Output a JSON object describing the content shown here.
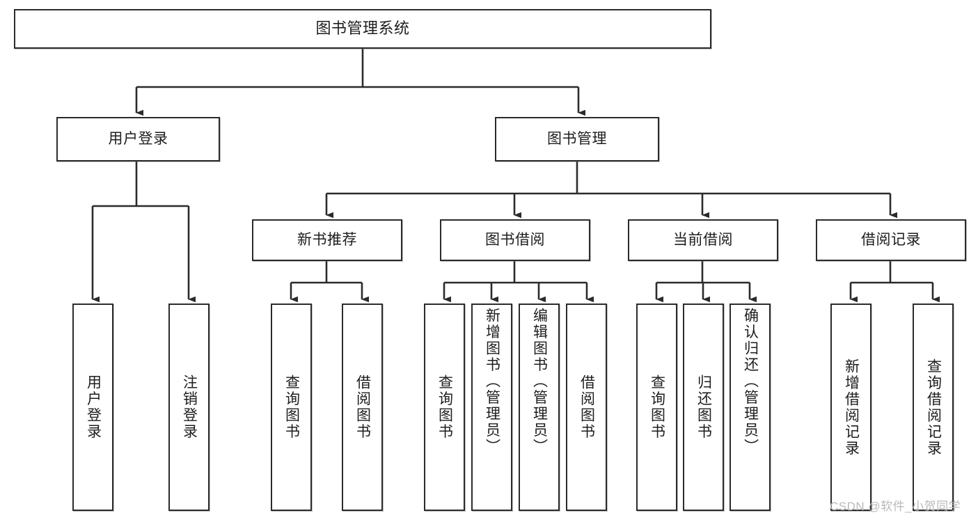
{
  "diagram": {
    "type": "tree",
    "title": "图书管理系统",
    "orientation": "top-down",
    "colors": {
      "box_border": "#2b2b2b",
      "box_fill": "#ffffff",
      "connector": "#2b2b2b",
      "text": "#1d1d1d",
      "watermark": "#b9b9b9",
      "background": "#ffffff"
    },
    "root": {
      "label": "图书管理系统"
    },
    "level2": [
      {
        "label": "用户登录"
      },
      {
        "label": "图书管理"
      }
    ],
    "level3": [
      {
        "label": "新书推荐"
      },
      {
        "label": "图书借阅"
      },
      {
        "label": "当前借阅"
      },
      {
        "label": "借阅记录"
      }
    ],
    "leaves": {
      "user_login": [
        {
          "label": "用户登录"
        },
        {
          "label": "注销登录"
        }
      ],
      "new_book_recommend": [
        {
          "label": "查询图书"
        },
        {
          "label": "借阅图书"
        }
      ],
      "book_borrow": [
        {
          "label": "查询图书"
        },
        {
          "label": "新增图书（管理员）"
        },
        {
          "label": "编辑图书（管理员）"
        },
        {
          "label": "借阅图书"
        }
      ],
      "current_borrow": [
        {
          "label": "查询图书"
        },
        {
          "label": "归还图书"
        },
        {
          "label": "确认归还（管理员）"
        }
      ],
      "borrow_record": [
        {
          "label": "新增借阅记录"
        },
        {
          "label": "查询借阅记录"
        }
      ]
    }
  },
  "watermark": {
    "text": "CSDN @软件_小贺同学"
  }
}
